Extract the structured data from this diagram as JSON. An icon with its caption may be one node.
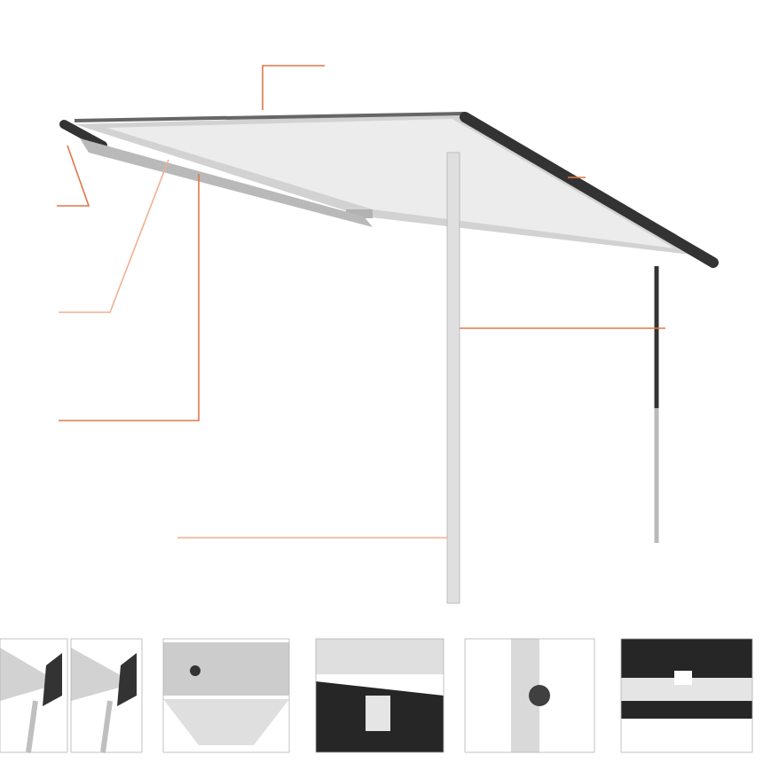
{
  "diagram": {
    "nodes": [
      {
        "text": [],
        "shape": "bar"
      },
      {
        "text": [],
        "shape": "bar"
      },
      {
        "text": [],
        "shape": "bar"
      },
      {
        "text": [],
        "shape": "bar"
      },
      {
        "text": [],
        "shape": "bar"
      }
    ],
    "edges": [
      {
        "from": null,
        "to": 0,
        "arrow": "none"
      },
      {
        "from": null,
        "to": 1,
        "arrow": "none"
      },
      {
        "from": null,
        "to": 2,
        "arrow": "none"
      },
      {
        "from": null,
        "to": 2,
        "arrow": "none"
      },
      {
        "from": null,
        "to": 3,
        "arrow": "none"
      },
      {
        "from": null,
        "to": 4,
        "arrow": "none"
      },
      {
        "from": null,
        "to": 3,
        "arrow": "none"
      }
    ]
  }
}
